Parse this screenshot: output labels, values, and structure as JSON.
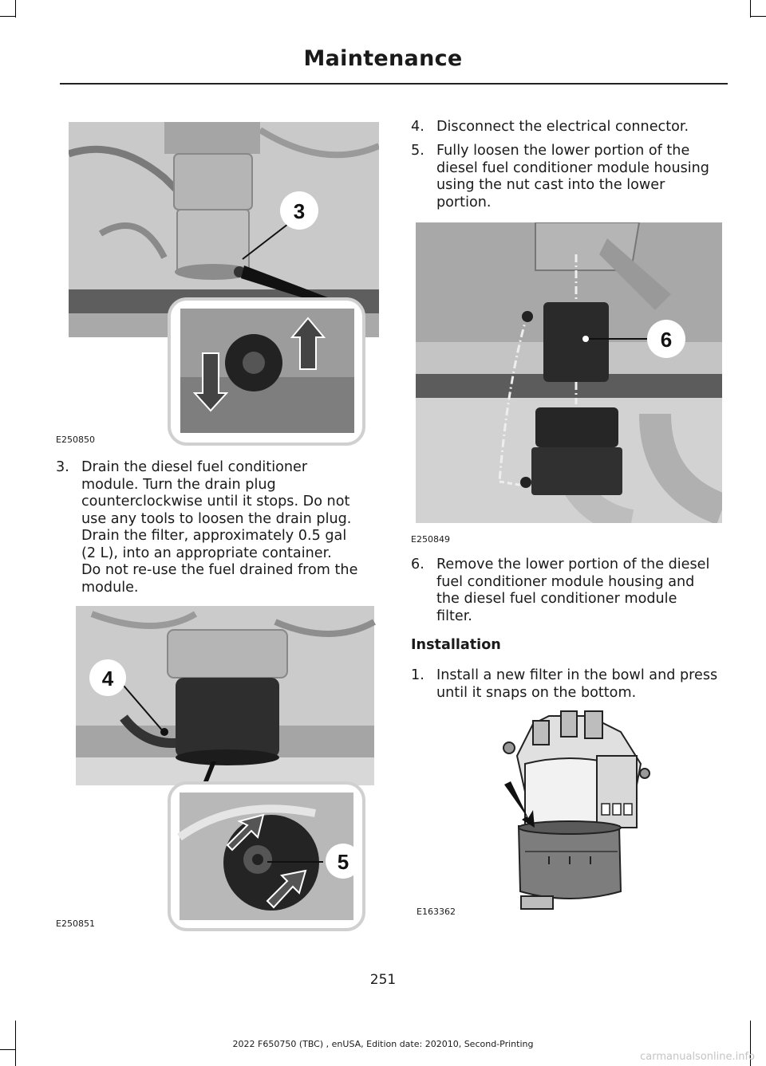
{
  "header": {
    "title": "Maintenance"
  },
  "left_column": {
    "figure1": {
      "id": "E250850",
      "callout": "3"
    },
    "step3": {
      "number": "3.",
      "lines": [
        "Drain the diesel fuel conditioner",
        "module.  Turn the drain plug",
        "counterclockwise until it stops.  Do not",
        "use any tools to loosen the drain plug.",
        "Drain the filter, approximately 0.5 gal",
        "(2 L), into an appropriate container.",
        "Do not re-use the fuel drained from the",
        "module."
      ]
    },
    "figure2": {
      "id": "E250851",
      "callouts": [
        "4",
        "5"
      ]
    }
  },
  "right_column": {
    "step4": {
      "number": "4.",
      "lines": [
        "Disconnect the electrical connector."
      ]
    },
    "step5": {
      "number": "5.",
      "lines": [
        "Fully loosen the lower portion of the",
        "diesel fuel conditioner module housing",
        "using the nut cast into the lower",
        "portion."
      ]
    },
    "figure3": {
      "id": "E250849",
      "callout": "6"
    },
    "step6": {
      "number": "6.",
      "lines": [
        "Remove the lower portion of the diesel",
        "fuel conditioner module housing and",
        "the diesel fuel conditioner module",
        "filter."
      ]
    },
    "installation_heading": "Installation",
    "install_step1": {
      "number": "1.",
      "lines": [
        "Install a new filter in the bowl and press",
        "until it snaps on the bottom."
      ]
    },
    "figure4": {
      "id": "E163362"
    }
  },
  "page_number": "251",
  "footer": "2022 F650750 (TBC) , enUSA, Edition date: 202010, Second-Printing",
  "watermark": "carmanualsonline.info"
}
